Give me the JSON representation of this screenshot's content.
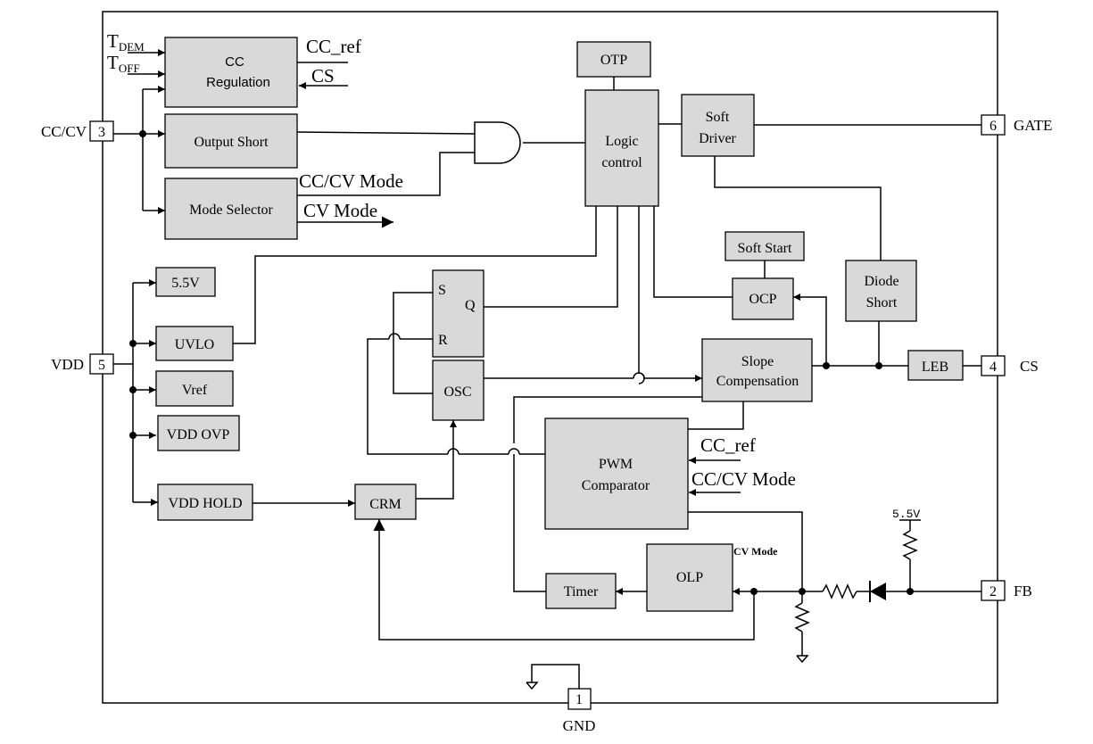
{
  "blocks": {
    "cc_regulation": [
      "CC",
      "Regulation"
    ],
    "output_short": "Output Short",
    "mode_selector": "Mode Selector",
    "otp": "OTP",
    "logic_control": [
      "Logic",
      "control"
    ],
    "soft_driver": [
      "Soft",
      "Driver"
    ],
    "soft_start": "Soft Start",
    "ocp": "OCP",
    "diode_short": [
      "Diode",
      "Short"
    ],
    "v55": "5.5V",
    "uvlo": "UVLO",
    "vref": "Vref",
    "vdd_ovp": "VDD OVP",
    "vdd_hold": "VDD HOLD",
    "sr_latch": {
      "s": "S",
      "r": "R",
      "q": "Q"
    },
    "osc": "OSC",
    "slope_compensation": [
      "Slope",
      "Compensation"
    ],
    "leb": "LEB",
    "pwm_comparator": [
      "PWM",
      "Comparator"
    ],
    "crm": "CRM",
    "olp": "OLP",
    "timer": "Timer"
  },
  "pins": {
    "cccv": {
      "num": "3",
      "name": "CC/CV"
    },
    "gate": {
      "num": "6",
      "name": "GATE"
    },
    "vdd": {
      "num": "5",
      "name": "VDD"
    },
    "cs": {
      "num": "4",
      "name": "CS"
    },
    "fb": {
      "num": "2",
      "name": "FB"
    },
    "gnd": {
      "num": "1",
      "name": "GND"
    }
  },
  "labels": {
    "tdem_main": "T",
    "tdem_sub": "DEM",
    "toff_main": "T",
    "toff_sub": "OFF",
    "cc_ref": "CC_ref",
    "cs_in": "CS",
    "cccv_mode": "CC/CV Mode",
    "cv_mode": "CV Mode",
    "pwm_cc_ref": "CC_ref",
    "pwm_cccv_mode": "CC/CV Mode",
    "olp_cv_mode": "CV Mode",
    "fb_pullup": "5.5V"
  }
}
